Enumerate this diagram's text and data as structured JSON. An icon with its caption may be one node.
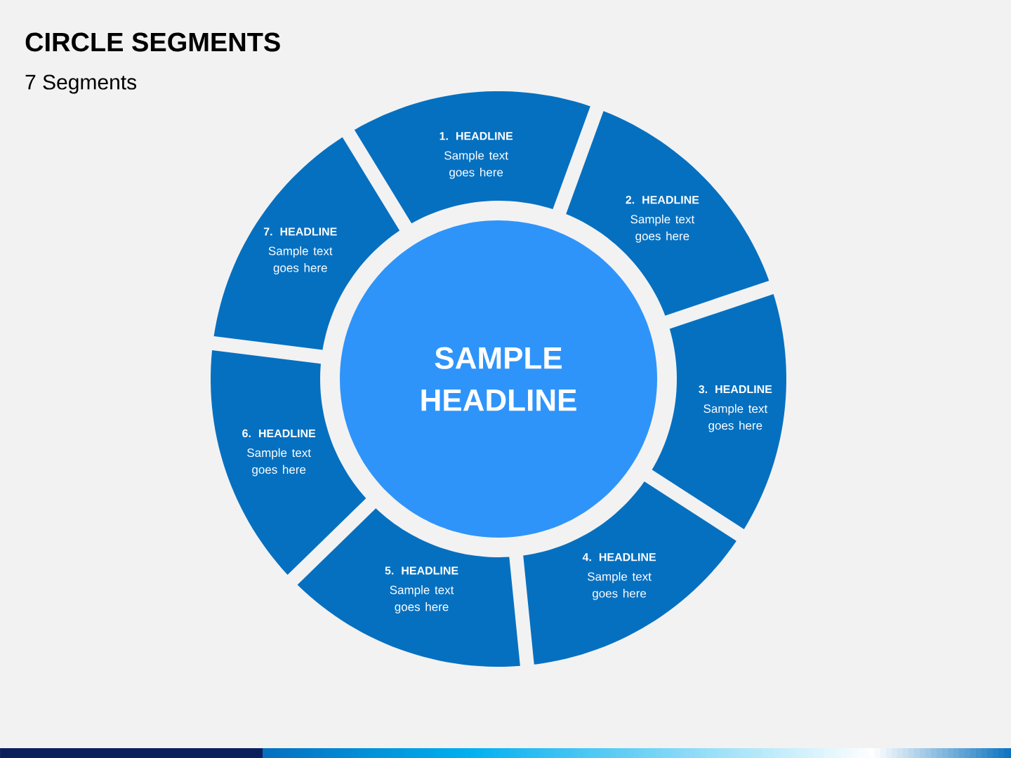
{
  "diagram": {
    "title": "CIRCLE SEGMENTS",
    "nodes": [
      {
        "text": [
          "1. HEADLINE",
          "Sample text goes here"
        ]
      },
      {
        "text": [
          "2. HEADLINE",
          "Sample text goes here"
        ]
      },
      {
        "text": [
          "3. HEADLINE",
          "Sample text goes here"
        ]
      },
      {
        "text": [
          "4. HEADLINE",
          "Sample text goes here"
        ]
      },
      {
        "text": [
          "5. HEADLINE",
          "Sample text goes here"
        ]
      },
      {
        "text": [
          "6. HEADLINE",
          "Sample text goes here"
        ]
      },
      {
        "text": [
          "7. HEADLINE",
          "Sample text goes here"
        ]
      },
      {
        "text": [
          "SAMPLE HEADLINE"
        ]
      }
    ],
    "labels": [
      "7 Segments"
    ]
  }
}
